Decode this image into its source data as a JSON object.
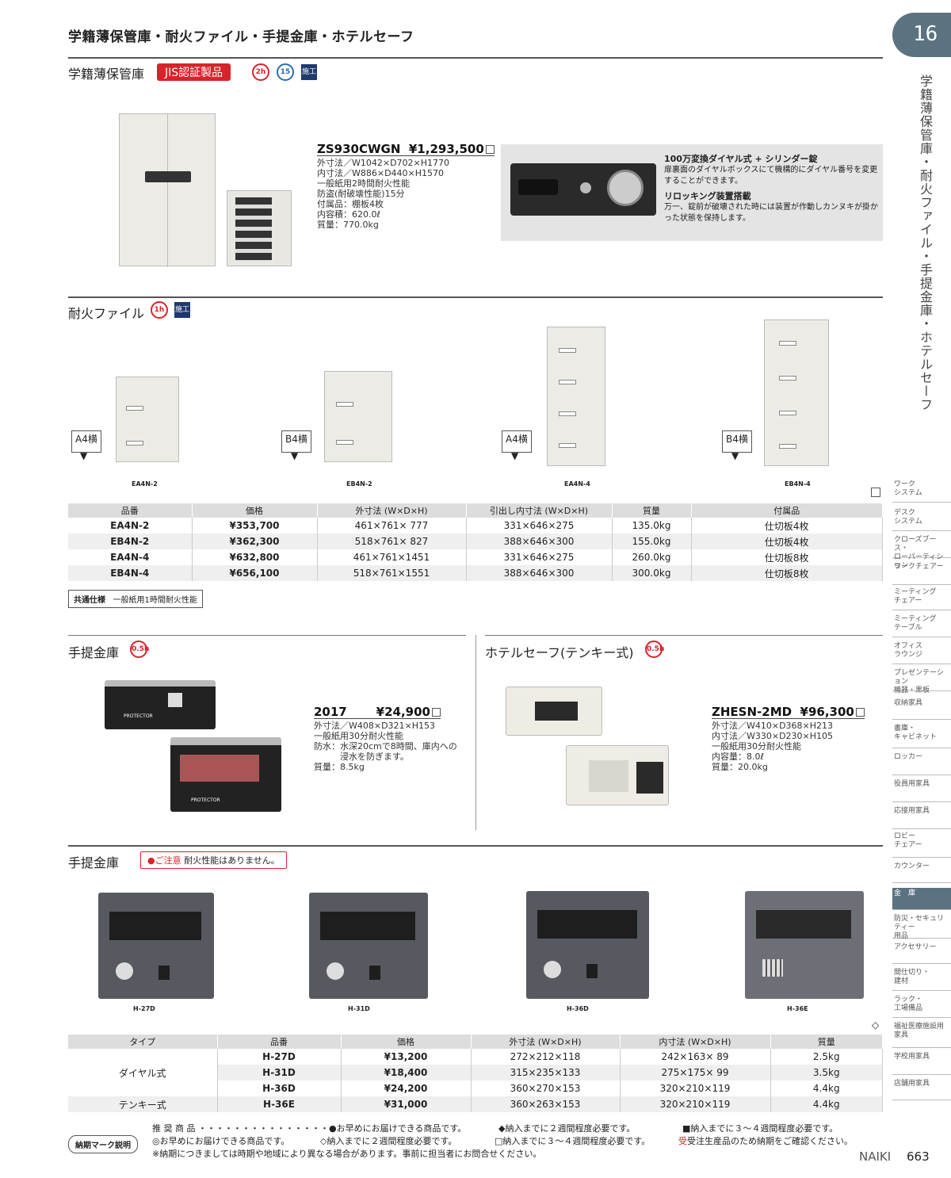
{
  "header": {
    "title": "学籍薄保管庫・耐火ファイル・手提金庫・ホテルセーフ",
    "page_tab": "16",
    "vertical_title": "学籍薄保管庫・耐火ファイル・手提金庫・ホテルセーフ"
  },
  "sec1": {
    "title": "学籍薄保管庫",
    "jis_badge": "JIS認証製品",
    "icon1": "2h",
    "icon2": "15",
    "icon3": "施工",
    "model": "ZS930CWGN",
    "price": "¥1,293,500",
    "specs": [
      "外寸法／W1042×D702×H1770",
      "内寸法／W886×D440×H1570",
      "一般紙用2時間耐火性能",
      "防盗(耐破壊性能)15分",
      "付属品：棚板4枚",
      "内容積：620.0ℓ",
      "質量：770.0kg"
    ],
    "feature1_title": "100万変換ダイヤル式 + シリンダー錠",
    "feature1_desc": "扉裏面のダイヤルボックスにて機構的にダイヤル番号を変更することができます。",
    "feature2_title": "リロッキング装置搭載",
    "feature2_desc": "万一、錠前が破壊された時には装置が作動しカンヌキが掛かった状態を保持します。"
  },
  "sec2": {
    "title": "耐火ファイル",
    "icon1": "1h",
    "icon2": "施工",
    "items": [
      {
        "tag": "A4横",
        "caption": "EA4N-2"
      },
      {
        "tag": "B4横",
        "caption": "EB4N-2"
      },
      {
        "tag": "A4横",
        "caption": "EA4N-4"
      },
      {
        "tag": "B4横",
        "caption": "EB4N-4"
      }
    ],
    "table": {
      "headers": [
        "品番",
        "価格",
        "外寸法 (W×D×H)",
        "引出し内寸法 (W×D×H)",
        "質量",
        "付属品"
      ],
      "rows": [
        [
          "EA4N-2",
          "¥353,700",
          "461×761× 777",
          "331×646×275",
          "135.0kg",
          "仕切板4枚"
        ],
        [
          "EB4N-2",
          "¥362,300",
          "518×761× 827",
          "388×646×300",
          "155.0kg",
          "仕切板4枚"
        ],
        [
          "EA4N-4",
          "¥632,800",
          "461×761×1451",
          "331×646×275",
          "260.0kg",
          "仕切板8枚"
        ],
        [
          "EB4N-4",
          "¥656,100",
          "518×761×1551",
          "388×646×300",
          "300.0kg",
          "仕切板8枚"
        ]
      ]
    },
    "common_label": "共通仕様",
    "common_value": "一般紙用1時間耐火性能"
  },
  "sec3": {
    "title": "手提金庫",
    "icon": "0.5h",
    "model": "2017",
    "price": "¥24,900",
    "specs": [
      "外寸法／W408×D321×H153",
      "一般紙用30分耐火性能",
      "防水：水深20cmで8時間、庫内への",
      "　　　浸水を防ぎます。",
      "質量：8.5kg"
    ],
    "brand": "PROTECTOR"
  },
  "sec4": {
    "title": "ホテルセーフ(テンキー式)",
    "icon": "0.5h",
    "model": "ZHESN-2MD",
    "price": "¥96,300",
    "specs": [
      "外寸法／W410×D368×H213",
      "内寸法／W330×D230×H105",
      "一般紙用30分耐火性能",
      "内容量：8.0ℓ",
      "質量：20.0kg"
    ]
  },
  "sec5": {
    "title": "手提金庫",
    "notice_strong": "●ご注意",
    "notice_text": "耐火性能はありません。",
    "items": [
      "H-27D",
      "H-31D",
      "H-36D",
      "H-36E"
    ],
    "table": {
      "headers": [
        "タイプ",
        "品番",
        "価格",
        "外寸法 (W×D×H)",
        "内寸法 (W×D×H)",
        "質量"
      ],
      "type_dial": "ダイヤル式",
      "type_tenkey": "テンキー式",
      "rows": [
        [
          "H-27D",
          "¥13,200",
          "272×212×118",
          "242×163× 89",
          "2.5kg"
        ],
        [
          "H-31D",
          "¥18,400",
          "315×235×133",
          "275×175× 99",
          "3.5kg"
        ],
        [
          "H-36D",
          "¥24,200",
          "360×270×153",
          "320×210×119",
          "4.4kg"
        ],
        [
          "H-36E",
          "¥31,000",
          "360×263×153",
          "320×210×119",
          "4.4kg"
        ]
      ]
    }
  },
  "legend": {
    "label": "納期マーク説明",
    "recommend": "推 奨 商 品 ・・・・・・・・・・・・・・・",
    "r1": "●お早めにお届けできる商品です。",
    "r2": "◆納入までに２週間程度必要です。",
    "r3": "■納入までに３～４週間程度必要です。",
    "n1": "◎お早めにお届けできる商品です。",
    "n2": "◇納入までに２週間程度必要です。",
    "n3": "□納入までに３～４週間程度必要です。",
    "n4": "受注生産品のため納期をご確認ください。",
    "foot": "※納期につきましては時期や地域により異なる場合があります。事前に担当者にお問合せください。"
  },
  "footer": {
    "brand": "NAIKI",
    "page": "663"
  },
  "sidebar": [
    "ワーク\nシステム",
    "デスク\nシステム",
    "クローズブース・\nローパーティション",
    "ワークチェアー",
    "ミーティング\nチェアー",
    "ミーティング\nテーブル",
    "オフィス\nラウンジ",
    "プレゼンテーション\n機器・黒板",
    "収納家具",
    "書庫・\nキャビネット",
    "ロッカー",
    "役員用家具",
    "応接用家具",
    "ロビー\nチェアー",
    "カウンター",
    "金　庫",
    "防災・セキュリティー\n用品",
    "アクセサリー",
    "間仕切り・\n建材",
    "ラック・\n工場備品",
    "福祉医療施設用\n家具",
    "学校用家具",
    "店舗用家具"
  ],
  "colors": {
    "accent": "#5b7380",
    "red": "#d8232a",
    "navy": "#1f3a6e"
  }
}
